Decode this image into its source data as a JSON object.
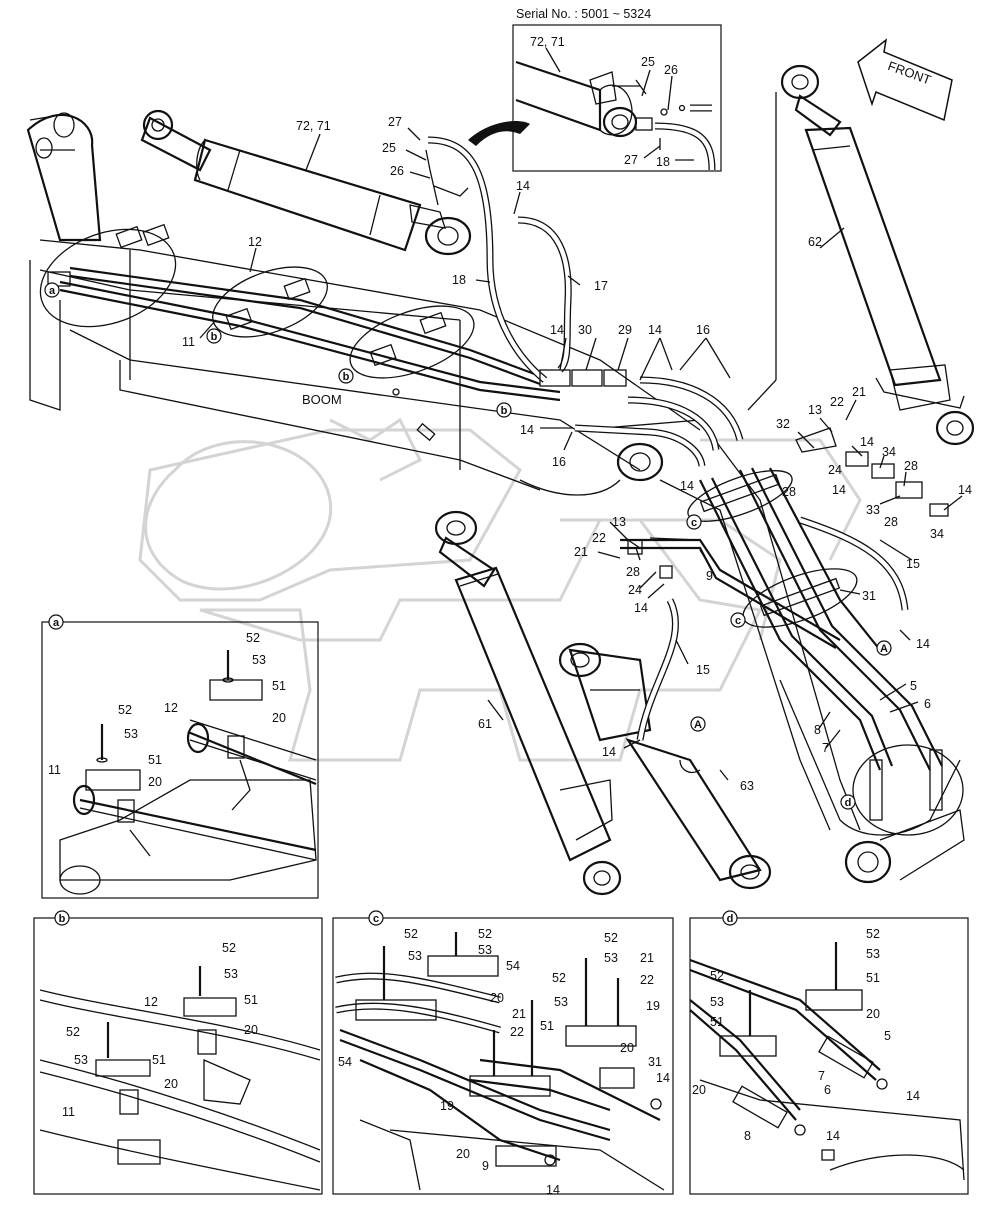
{
  "serial": {
    "text": "Serial No. : 5001 ~ 5324"
  },
  "front_arrow": {
    "text": "FRONT"
  },
  "boom_label": {
    "text": "BOOM"
  },
  "watermark": {
    "text": "OPEN",
    "color": "#d4d4d4"
  },
  "inset_top": {
    "labels": [
      "72, 71",
      "25",
      "26",
      "27",
      "18"
    ]
  },
  "main": {
    "labels": [
      "72, 71",
      "27",
      "25",
      "26",
      "14",
      "18",
      "17",
      "12",
      "11",
      "14",
      "30",
      "29",
      "14",
      "16",
      "14",
      "16",
      "62",
      "21",
      "22",
      "13",
      "32",
      "14",
      "34",
      "24",
      "28",
      "14",
      "28",
      "33",
      "28",
      "14",
      "34",
      "14",
      "13",
      "22",
      "21",
      "28",
      "24",
      "14",
      "9",
      "15",
      "31",
      "14",
      "15",
      "61",
      "14",
      "63",
      "5",
      "6",
      "8",
      "7"
    ]
  },
  "callouts": {
    "a": "a",
    "b": "b",
    "c": "c",
    "d": "d",
    "A": "A"
  },
  "detail_a": {
    "tag": "a",
    "labels": [
      "52",
      "53",
      "51",
      "12",
      "20",
      "52",
      "53",
      "51",
      "11",
      "20"
    ]
  },
  "detail_b": {
    "tag": "b",
    "labels": [
      "52",
      "53",
      "51",
      "12",
      "20",
      "52",
      "53",
      "51",
      "20",
      "11"
    ]
  },
  "detail_c": {
    "tag": "c",
    "labels": [
      "52",
      "53",
      "52",
      "53",
      "54",
      "20",
      "52",
      "53",
      "21",
      "22",
      "52",
      "53",
      "19",
      "22",
      "51",
      "20",
      "31",
      "14",
      "21",
      "54",
      "19",
      "20",
      "9",
      "14"
    ]
  },
  "detail_d": {
    "tag": "d",
    "labels": [
      "52",
      "53",
      "51",
      "52",
      "53",
      "51",
      "20",
      "5",
      "6",
      "14",
      "20",
      "7",
      "8",
      "14"
    ]
  }
}
